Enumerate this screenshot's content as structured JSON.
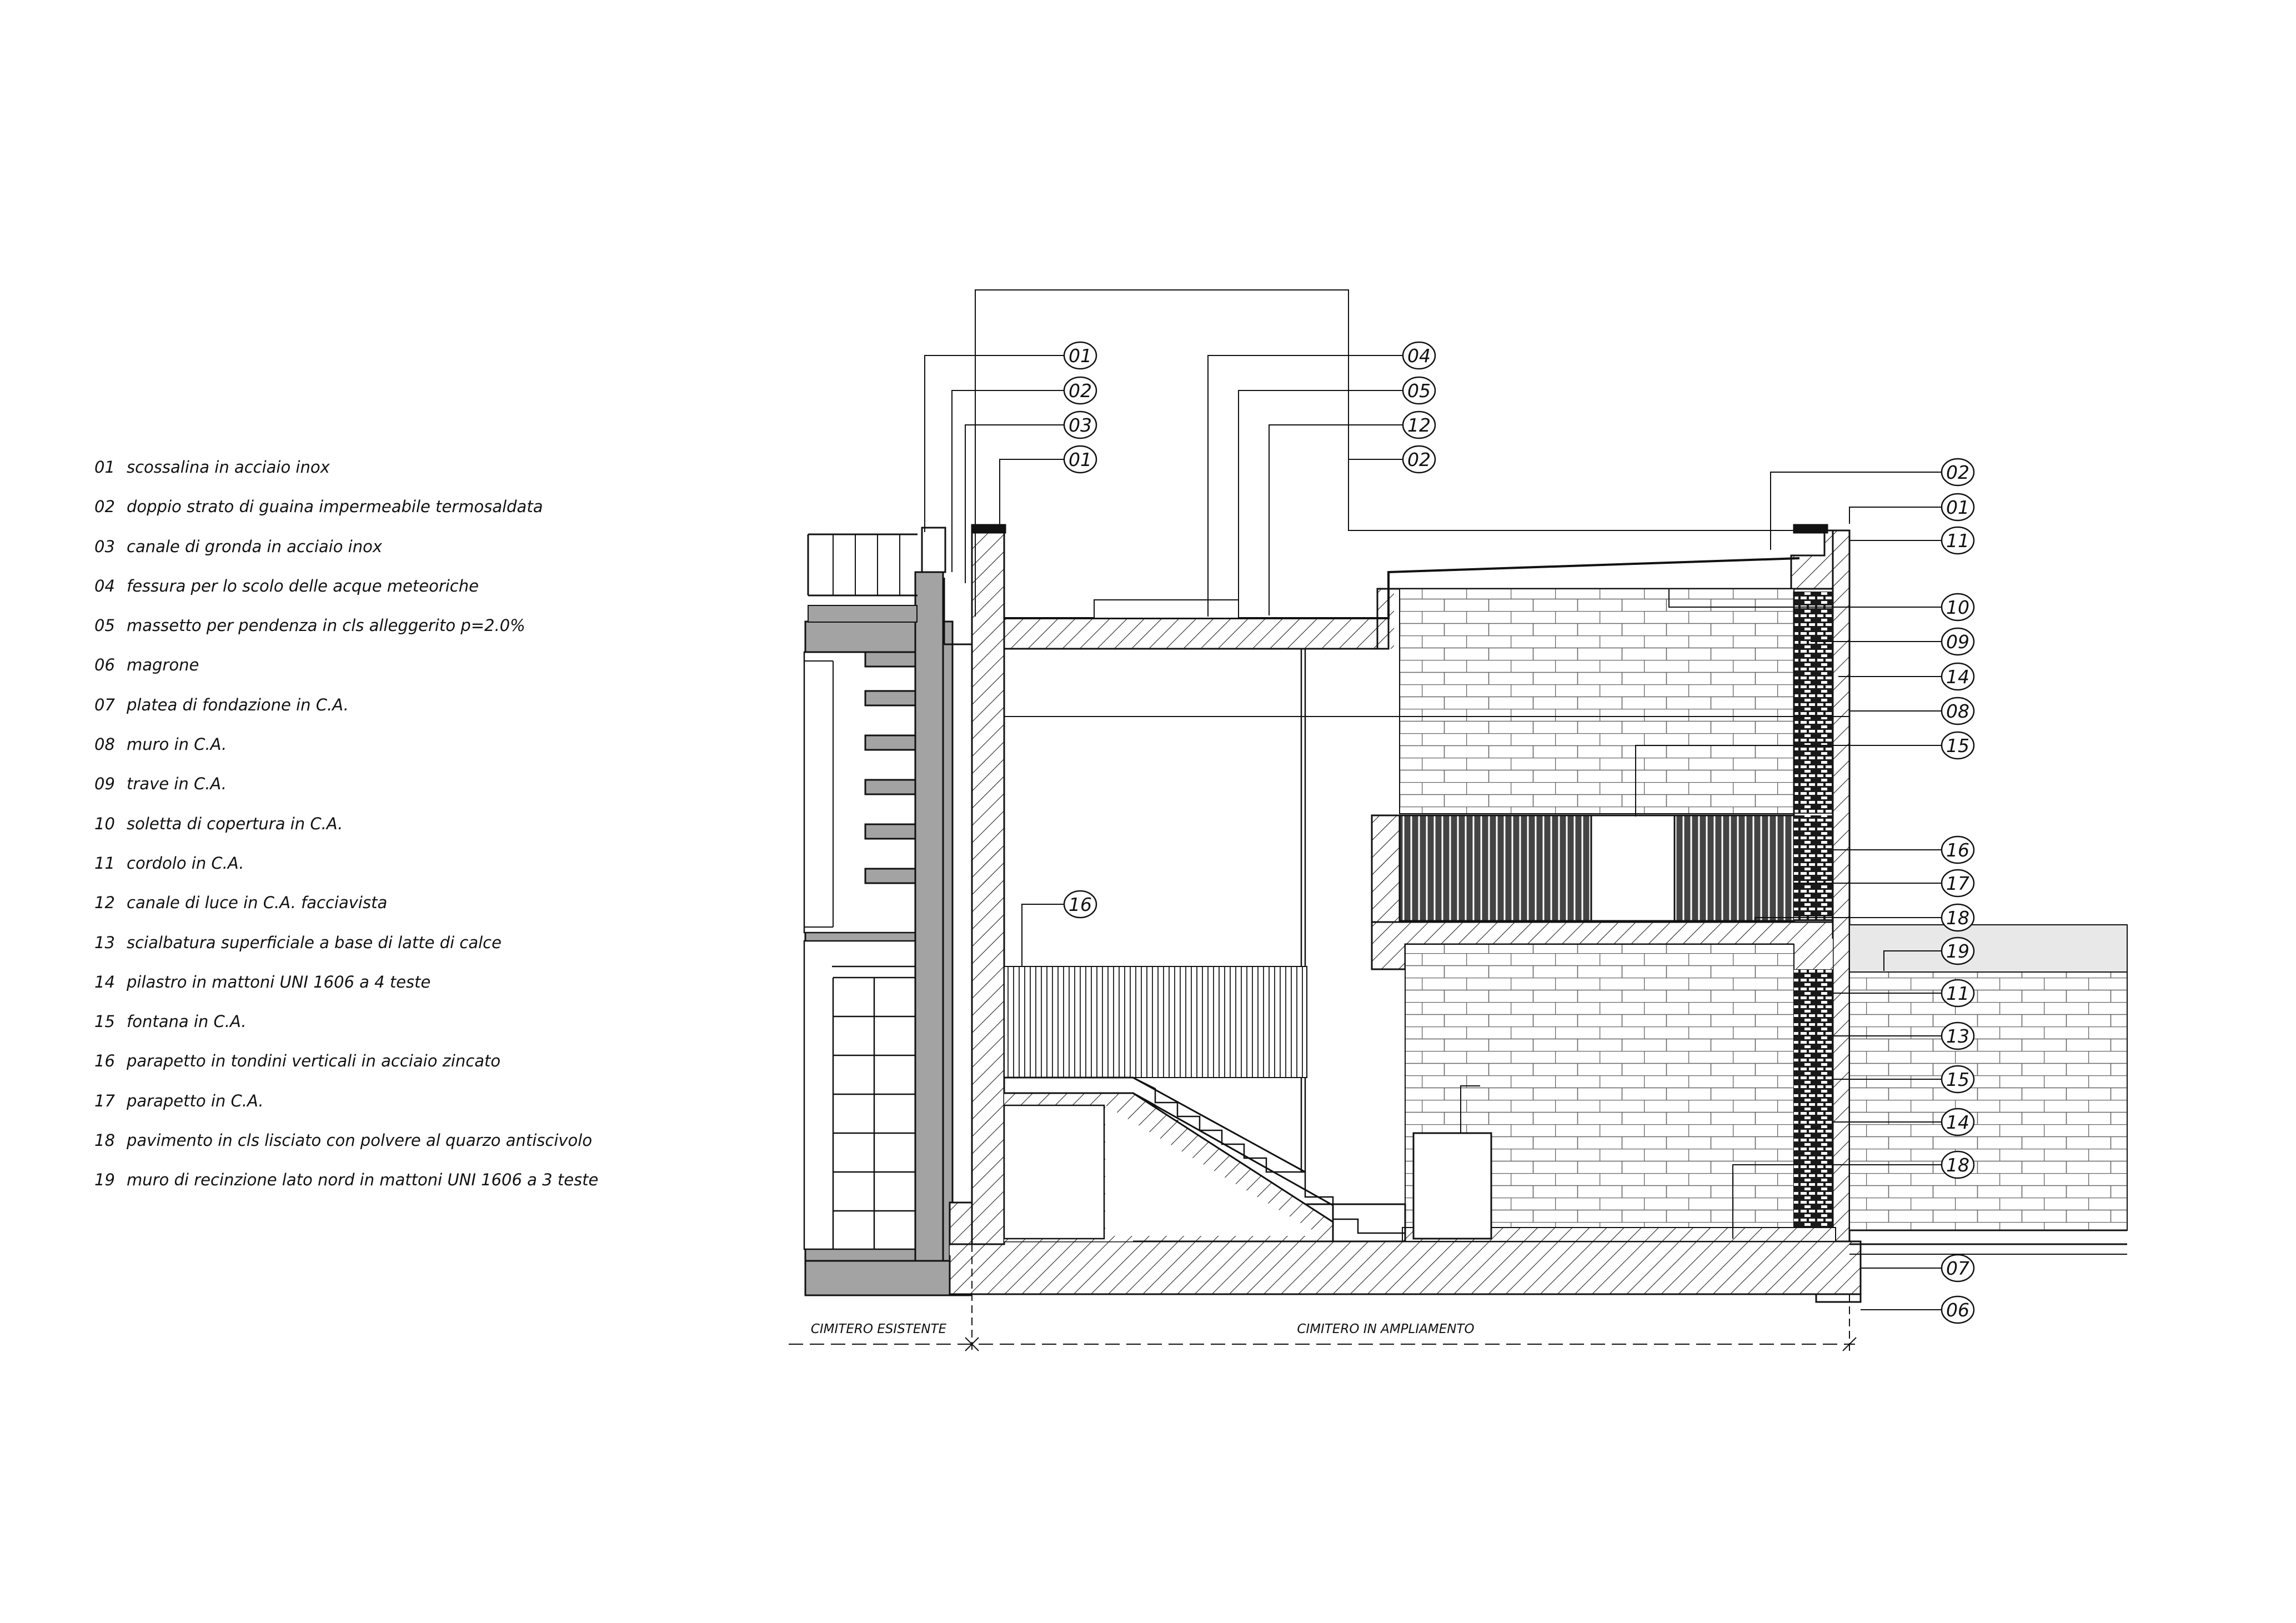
{
  "legend": [
    {
      "num": "01",
      "text": "scossalina in acciaio inox"
    },
    {
      "num": "02",
      "text": "doppio strato di guaina impermeabile termosaldata"
    },
    {
      "num": "03",
      "text": "canale di gronda in acciaio inox"
    },
    {
      "num": "04",
      "text": "fessura per lo scolo delle acque meteoriche"
    },
    {
      "num": "05",
      "text": "massetto per pendenza in cls alleggerito p=2.0%"
    },
    {
      "num": "06",
      "text": "magrone"
    },
    {
      "num": "07",
      "text": "platea di fondazione in C.A."
    },
    {
      "num": "08",
      "text": "muro in C.A."
    },
    {
      "num": "09",
      "text": "trave in C.A."
    },
    {
      "num": "10",
      "text": "soletta di copertura in C.A."
    },
    {
      "num": "11",
      "text": "cordolo in C.A."
    },
    {
      "num": "12",
      "text": "canale di luce in C.A. facciavista"
    },
    {
      "num": "13",
      "text": "scialbatura superficiale a base di latte di calce"
    },
    {
      "num": "14",
      "text": "pilastro in mattoni UNI 1606 a 4 teste"
    },
    {
      "num": "15",
      "text": "fontana in C.A."
    },
    {
      "num": "16",
      "text": "parapetto in tondini verticali in acciaio zincato"
    },
    {
      "num": "17",
      "text": "parapetto in C.A."
    },
    {
      "num": "18",
      "text": "pavimento in cls lisciato con polvere al quarzo antiscivolo"
    },
    {
      "num": "19",
      "text": "muro di recinzione lato nord in mattoni UNI 1606 a 3 teste"
    }
  ],
  "callouts": {
    "top_left": [
      "01",
      "02",
      "03",
      "01"
    ],
    "top_mid": [
      "04",
      "05",
      "12",
      "02"
    ],
    "inner": [
      "16"
    ],
    "right": [
      "02",
      "01",
      "11",
      "10",
      "09",
      "14",
      "08",
      "15",
      "16",
      "17",
      "18",
      "19",
      "11",
      "13",
      "15",
      "14",
      "18",
      "07",
      "06"
    ]
  },
  "dimensions": {
    "existing": "CIMITERO ESISTENTE",
    "extension": "CIMITERO IN AMPLIAMENTO"
  },
  "colors": {
    "line": "#111111",
    "wall_fill": "#a3a3a3",
    "ground_fill": "#e8e8e8"
  }
}
